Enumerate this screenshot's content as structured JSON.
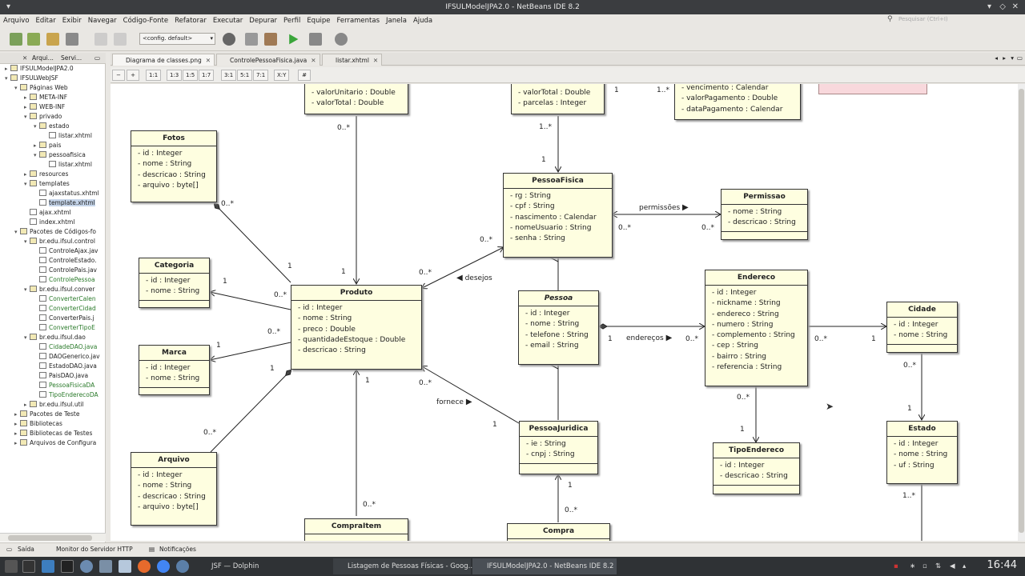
{
  "window_title": "IFSULModelJPA2.0 - NetBeans IDE 8.2",
  "menu": [
    "Arquivo",
    "Editar",
    "Exibir",
    "Navegar",
    "Código-Fonte",
    "Refatorar",
    "Executar",
    "Depurar",
    "Perfil",
    "Equipe",
    "Ferramentas",
    "Janela",
    "Ajuda"
  ],
  "search_placeholder": "Pesquisar (Ctrl+I)",
  "config_select": "<config. default>",
  "left_tabs": [
    "Arqui...",
    "Servi..."
  ],
  "tree": [
    {
      "label": "IFSULModelJPA2.0",
      "level": 0,
      "tg": "▸"
    },
    {
      "label": "IFSULWebJSF",
      "level": 0,
      "tg": "▾"
    },
    {
      "label": "Páginas Web",
      "level": 1,
      "tg": "▾"
    },
    {
      "label": "META-INF",
      "level": 2,
      "tg": "▸"
    },
    {
      "label": "WEB-INF",
      "level": 2,
      "tg": "▸"
    },
    {
      "label": "privado",
      "level": 2,
      "tg": "▾"
    },
    {
      "label": "estado",
      "level": 3,
      "tg": "▾"
    },
    {
      "label": "listar.xhtml",
      "level": 4,
      "tg": ""
    },
    {
      "label": "pais",
      "level": 3,
      "tg": "▸"
    },
    {
      "label": "pessoafisica",
      "level": 3,
      "tg": "▾"
    },
    {
      "label": "listar.xhtml",
      "level": 4,
      "tg": ""
    },
    {
      "label": "resources",
      "level": 2,
      "tg": "▸"
    },
    {
      "label": "templates",
      "level": 2,
      "tg": "▾"
    },
    {
      "label": "ajaxstatus.xhtml",
      "level": 3,
      "tg": ""
    },
    {
      "label": "template.xhtml",
      "level": 3,
      "tg": "",
      "sel": true
    },
    {
      "label": "ajax.xhtml",
      "level": 2,
      "tg": ""
    },
    {
      "label": "index.xhtml",
      "level": 2,
      "tg": ""
    },
    {
      "label": "Pacotes de Códigos-fo",
      "level": 1,
      "tg": "▾"
    },
    {
      "label": "br.edu.ifsul.control",
      "level": 2,
      "tg": "▾"
    },
    {
      "label": "ControleAjax.jav",
      "level": 3,
      "tg": ""
    },
    {
      "label": "ControleEstado.",
      "level": 3,
      "tg": ""
    },
    {
      "label": "ControlePais.jav",
      "level": 3,
      "tg": ""
    },
    {
      "label": "ControlePessoa",
      "level": 3,
      "tg": "",
      "green": true
    },
    {
      "label": "br.edu.ifsul.conver",
      "level": 2,
      "tg": "▾"
    },
    {
      "label": "ConverterCalen",
      "level": 3,
      "tg": "",
      "green": true
    },
    {
      "label": "ConverterCidad",
      "level": 3,
      "tg": "",
      "green": true
    },
    {
      "label": "ConverterPais.j",
      "level": 3,
      "tg": ""
    },
    {
      "label": "ConverterTipoE",
      "level": 3,
      "tg": "",
      "green": true
    },
    {
      "label": "br.edu.ifsul.dao",
      "level": 2,
      "tg": "▾"
    },
    {
      "label": "CidadeDAO.java",
      "level": 3,
      "tg": "",
      "green": true
    },
    {
      "label": "DAOGenerico.jav",
      "level": 3,
      "tg": ""
    },
    {
      "label": "EstadoDAO.java",
      "level": 3,
      "tg": ""
    },
    {
      "label": "PaisDAO.java",
      "level": 3,
      "tg": ""
    },
    {
      "label": "PessoaFisicaDA",
      "level": 3,
      "tg": "",
      "green": true
    },
    {
      "label": "TipoEnderecoDA",
      "level": 3,
      "tg": "",
      "green": true
    },
    {
      "label": "br.edu.ifsul.util",
      "level": 2,
      "tg": "▸"
    },
    {
      "label": "Pacotes de Teste",
      "level": 1,
      "tg": "▸"
    },
    {
      "label": "Bibliotecas",
      "level": 1,
      "tg": "▸"
    },
    {
      "label": "Bibliotecas de Testes",
      "level": 1,
      "tg": "▸"
    },
    {
      "label": "Arquivos de Configura",
      "level": 1,
      "tg": "▸"
    }
  ],
  "editor_tabs": [
    {
      "label": "Diagrama de classes.png",
      "active": true
    },
    {
      "label": "ControlePessoaFisica.java",
      "active": false
    },
    {
      "label": "listar.xhtml",
      "active": false
    }
  ],
  "zoom_buttons": [
    "−",
    "+",
    "1:1",
    "1:3",
    "1:5",
    "1:7",
    "3:1",
    "5:1",
    "7:1",
    "X:Y",
    "#"
  ],
  "classes": [
    {
      "name": "Fotos",
      "attrs": [
        "- id : Integer",
        "- nome : String",
        "- descricao : String",
        "- arquivo : byte[]"
      ]
    },
    {
      "name": "Categoria",
      "attrs": [
        "- id : Integer",
        "- nome : String"
      ]
    },
    {
      "name": "Marca",
      "attrs": [
        "- id : Integer",
        "- nome : String"
      ]
    },
    {
      "name": "Arquivo",
      "attrs": [
        "- id : Integer",
        "- nome : String",
        "- descricao : String",
        "- arquivo : byte[]"
      ]
    },
    {
      "name": "Produto",
      "attrs": [
        "- id : Integer",
        "- nome : String",
        "- preco : Double",
        "- quantidadeEstoque : Double",
        "- descricao : String"
      ]
    },
    {
      "name": "",
      "attrs": [
        "- valorUnitario : Double",
        "- valorTotal : Double"
      ]
    },
    {
      "name": "CompraItem",
      "attrs": []
    },
    {
      "name": "",
      "attrs": [
        "- valorTotal : Double",
        "- parcelas : Integer"
      ]
    },
    {
      "name": "",
      "attrs": [
        "- vencimento : Calendar",
        "- valorPagamento : Double",
        "- dataPagamento : Calendar"
      ]
    },
    {
      "name": "PessoaFisica",
      "attrs": [
        "- rg : String",
        "- cpf : String",
        "- nascimento : Calendar",
        "- nomeUsuario : String",
        "- senha : String"
      ]
    },
    {
      "name": "Permissao",
      "attrs": [
        "- nome : String",
        "- descricao : String"
      ]
    },
    {
      "name": "Pessoa",
      "attrs": [
        "- id : Integer",
        "- nome : String",
        "- telefone : String",
        "- email : String"
      ]
    },
    {
      "name": "PessoaJuridica",
      "attrs": [
        "- ie : String",
        "- cnpj : String"
      ]
    },
    {
      "name": "Compra",
      "attrs": []
    },
    {
      "name": "Endereco",
      "attrs": [
        "- id : Integer",
        "- nickname : String",
        "- endereco : String",
        "- numero : String",
        "- complemento : String",
        "- cep : String",
        "- bairro : String",
        "- referencia : String"
      ]
    },
    {
      "name": "TipoEndereco",
      "attrs": [
        "- id : Integer",
        "- descricao : String"
      ]
    },
    {
      "name": "Cidade",
      "attrs": [
        "- id : Integer",
        "- nome : String"
      ]
    },
    {
      "name": "Estado",
      "attrs": [
        "- id : Integer",
        "- nome : String",
        "- uf : String"
      ]
    }
  ],
  "labels": [
    "0..*",
    "1",
    "1..*",
    "1",
    "1",
    "0..*",
    "1",
    "0..*",
    "0..*",
    "1",
    "1",
    "0..*",
    "0..*",
    "1",
    "0..*",
    "1",
    "0..*",
    "0..*",
    "0..*",
    "1",
    "0..*",
    "0..*",
    "1",
    "0..*",
    "1",
    "0..*",
    "1",
    "0..*",
    "1",
    "0..*",
    "1",
    "1..*",
    "1..*"
  ],
  "assoc_labels": {
    "permissoes": "permissões",
    "desejos": "desejos",
    "enderecos": "endereços",
    "fornece": "fornece"
  },
  "status_tabs": [
    "Saída",
    "Monitor do Servidor HTTP",
    "Notificações"
  ],
  "taskbar": {
    "items": [
      "JSF — Dolphin",
      "Listagem de Pessoas Físicas - Goog...",
      "IFSULModelJPA2.0 - NetBeans IDE 8.2"
    ],
    "clock": "16:44"
  },
  "colors": {
    "uml_fill": "#fefee0",
    "selection": "#c5d5ea",
    "taskbar": "#2f3235"
  }
}
